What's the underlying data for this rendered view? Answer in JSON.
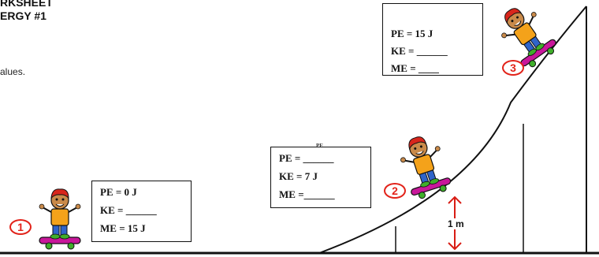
{
  "header": {
    "line1": "RKSHEET",
    "line2": "ERGY #1"
  },
  "instructions": "alues.",
  "positions": [
    {
      "marker": "1",
      "rows": [
        "PE = 0 J",
        "KE = ______",
        "ME = 15 J"
      ]
    },
    {
      "marker": "2",
      "rows": [
        "PE = ______",
        "KE = 7 J",
        "ME =______"
      ]
    },
    {
      "marker": "3",
      "rows": [
        "PE = 15 J",
        "KE = ______",
        "ME = ____"
      ]
    }
  ],
  "height_label": "1 m",
  "stray_text": "PE",
  "colors": {
    "marker": "#e2231a",
    "arrow": "#d81c14",
    "line": "#111111",
    "skateboard": "#c8179a",
    "wheels": "#3fae2a",
    "hair": "#d8261c",
    "shirt": "#f4a21a",
    "pants": "#2f64c9",
    "skin": "#c98a4a"
  },
  "icons": [
    "skateboarder-icon",
    "up-down-arrow-icon"
  ]
}
